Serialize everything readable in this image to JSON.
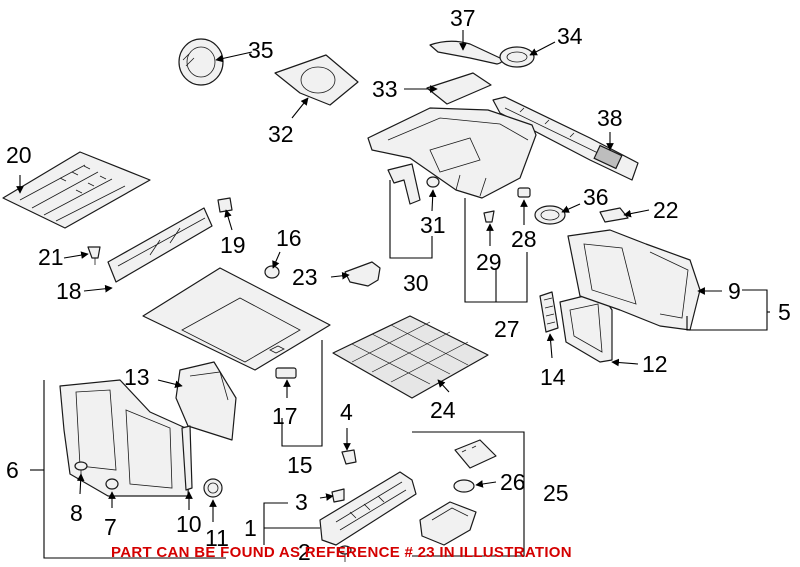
{
  "callouts": {
    "c1": "1",
    "c2": "2",
    "c3": "3",
    "c4": "4",
    "c5": "5",
    "c6": "6",
    "c7": "7",
    "c8": "8",
    "c9": "9",
    "c10": "10",
    "c11": "11",
    "c12": "12",
    "c13": "13",
    "c14": "14",
    "c15": "15",
    "c16": "16",
    "c17": "17",
    "c18": "18",
    "c19": "19",
    "c20": "20",
    "c21": "21",
    "c22": "22",
    "c23": "23",
    "c24": "24",
    "c25": "25",
    "c26": "26",
    "c27": "27",
    "c28": "28",
    "c29": "29",
    "c30": "30",
    "c31": "31",
    "c32": "32",
    "c33": "33",
    "c34": "34",
    "c35": "35",
    "c36": "36",
    "c37": "37",
    "c38": "38"
  },
  "notice": "PART CAN BE FOUND AS REFERENCE # 23 IN ILLUSTRATION",
  "colors": {
    "notice": "#d40000",
    "line": "#000000"
  }
}
